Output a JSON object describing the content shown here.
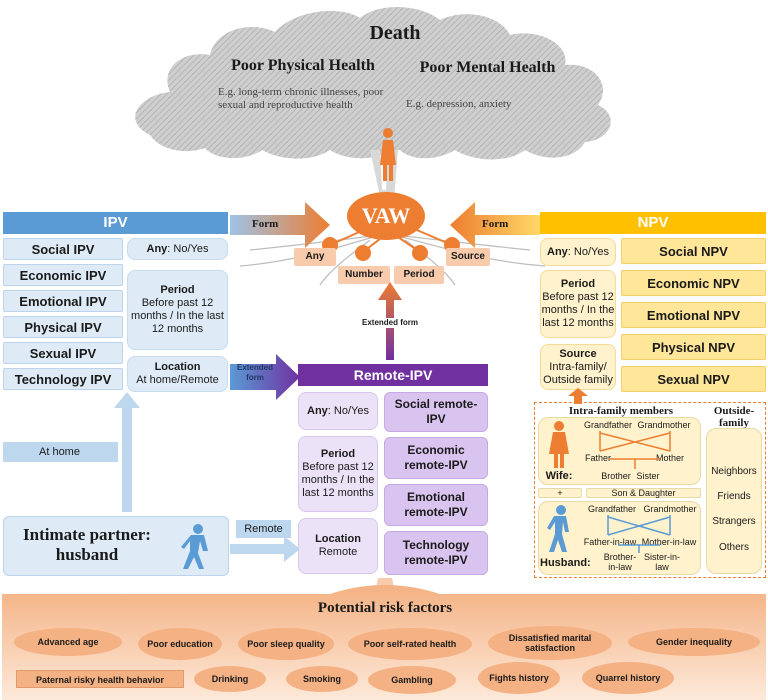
{
  "tree": {
    "death": "Death",
    "physical": "Poor Physical Health",
    "physical_eg": "E.g. long-term chronic illnesses, poor sexual and reproductive health",
    "mental": "Poor Mental Health",
    "mental_eg": "E.g. depression, anxiety"
  },
  "center": {
    "vaw": "VAW",
    "dims": [
      "Any",
      "Number",
      "Period",
      "Source"
    ],
    "form_left": "Form",
    "form_right": "Form",
    "extended_up": "Extended form",
    "extended_right": "Extended form"
  },
  "ipv": {
    "title": "IPV",
    "items": [
      "Social IPV",
      "Economic IPV",
      "Emotional IPV",
      "Physical IPV",
      "Sexual IPV",
      "Technology IPV"
    ],
    "any_label": "Any",
    "any_value": ": No/Yes",
    "period_label": "Period",
    "period_value": "Before past 12 months / In the last 12 months",
    "location_label": "Location",
    "location_value": "At home/Remote"
  },
  "npv": {
    "title": "NPV",
    "items": [
      "Social NPV",
      "Economic NPV",
      "Emotional NPV",
      "Physical NPV",
      "Sexual NPV"
    ],
    "any_label": "Any",
    "any_value": ": No/Yes",
    "period_label": "Period",
    "period_value": "Before past 12 months / In the last 12 months",
    "source_label": "Source",
    "source_value": "Intra-family/ Outside family"
  },
  "remote": {
    "title": "Remote-IPV",
    "items": [
      "Social remote-IPV",
      "Economic remote-IPV",
      "Emotional remote-IPV",
      "Technology remote-IPV"
    ],
    "any_label": "Any",
    "any_value": ": No/Yes",
    "period_label": "Period",
    "period_value": "Before past 12 months / In the last 12 months",
    "location_label": "Location",
    "location_value": "Remote"
  },
  "partner": {
    "at_home": "At home",
    "remote": "Remote",
    "label": "Intimate partner: husband"
  },
  "family": {
    "intra_title": "Intra-family members",
    "outside_title": "Outside-family members",
    "wife": "Wife:",
    "husband": "Husband:",
    "wife_side": [
      "Grandfather",
      "Grandmother",
      "Father",
      "Mother",
      "Brother",
      "Sister"
    ],
    "plus": "+",
    "children": "Son & Daughter",
    "husband_side": [
      "Grandfather",
      "Grandmother",
      "Father-in-law",
      "Mother-in-law",
      "Brother-in-law",
      "Sister-in-law"
    ],
    "outside": [
      "Neighbors",
      "Friends",
      "Strangers",
      "Others"
    ]
  },
  "risk": {
    "title": "Potential risk factors",
    "row1": [
      "Advanced age",
      "Poor education",
      "Poor sleep quality",
      "Poor self-rated health",
      "Dissatisfied marital satisfaction",
      "Gender inequality"
    ],
    "paternal": "Paternal risky health behavior",
    "row2": [
      "Drinking",
      "Smoking",
      "Gambling",
      "Fights history",
      "Quarrel history"
    ]
  },
  "colors": {
    "ipv": "#5b9bd5",
    "npv": "#ffc000",
    "remote": "#7030a0",
    "vaw": "#ed7d31",
    "risk": "#f4b183"
  }
}
